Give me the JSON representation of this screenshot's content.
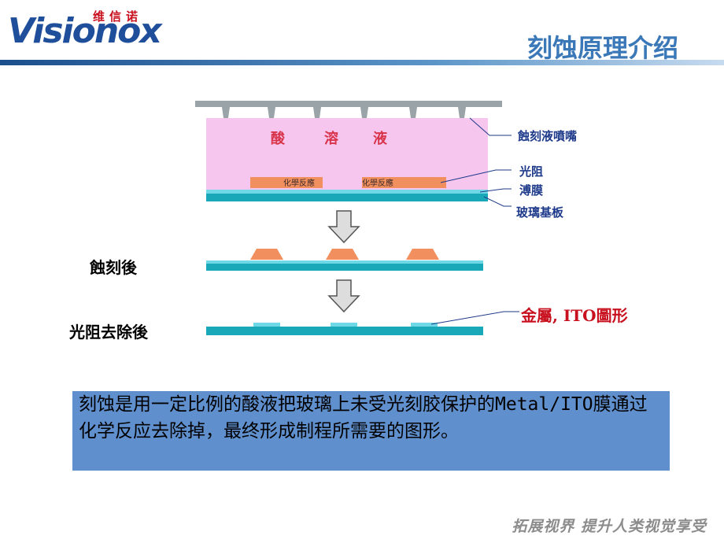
{
  "logo": {
    "brand": "Visionox",
    "brand_cn": "维信诺"
  },
  "title": "刻蚀原理介绍",
  "diagram": {
    "acid_label": [
      "酸",
      "溶",
      "液"
    ],
    "reaction_label": "化學反應",
    "nozzle_label": "蝕刻液噴嘴",
    "photoresist_label": "光阻",
    "film_label": "溥膜",
    "glass_label": "玻璃基板",
    "after_etch_label": "蝕刻後",
    "after_strip_label": "光阻去除後",
    "metal_label": "金屬, ITO圖形"
  },
  "note": {
    "text": "刻蚀是用一定比例的酸液把玻璃上未受光刻胶保护的Metal/ITO膜通过化学反应去除掉，最终形成制程所需要的图形。"
  },
  "footer": {
    "slogan": "拓展视界  提升人类视觉享受"
  },
  "colors": {
    "acid": "#f6c6ee",
    "photoresist": "#f28f5e",
    "film": "#6fd8e6",
    "substrate": "#18a8b8",
    "nozzle_bar": "#9aa3a8",
    "title": "#3b78b8",
    "note_bg": "#5f8fcd",
    "metal_label": "#c8101f"
  }
}
